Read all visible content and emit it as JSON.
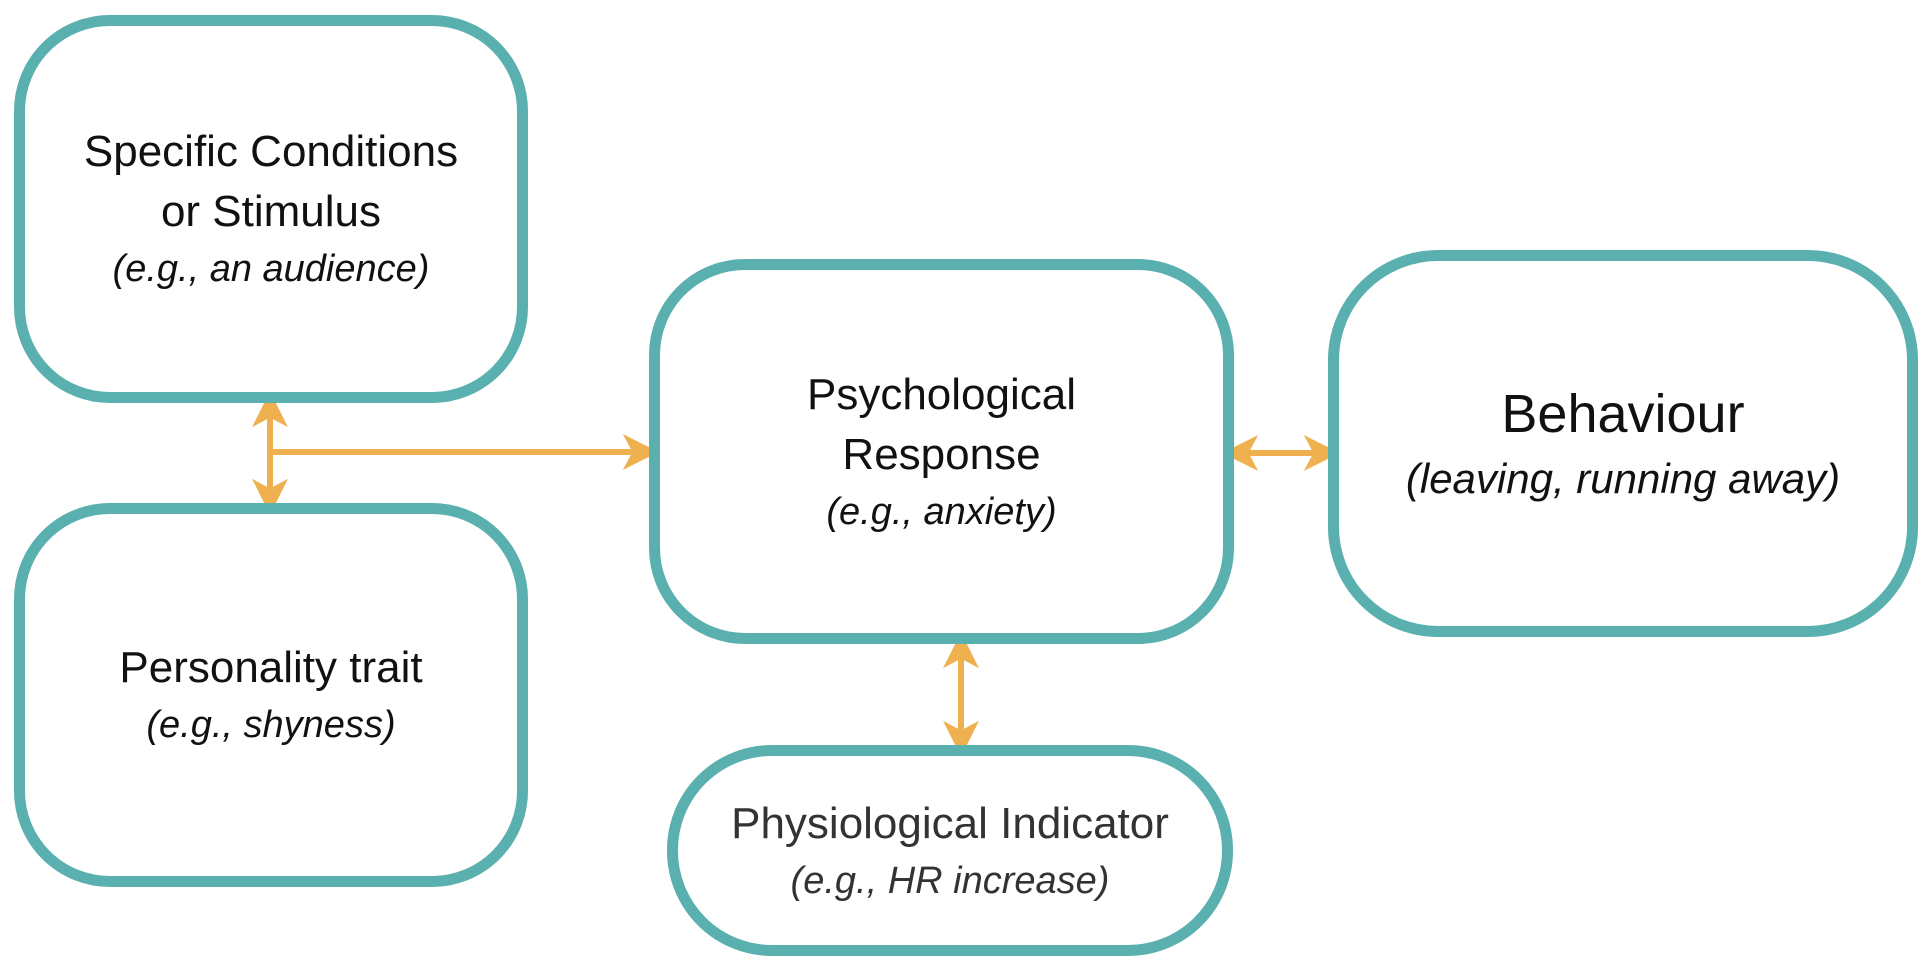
{
  "colors": {
    "node_border": "#5aafaf",
    "arrow": "#efb14f",
    "text": "#111111"
  },
  "nodes": {
    "stimulus": {
      "title": "Specific Conditions\nor Stimulus",
      "example": "(e.g., an audience)"
    },
    "trait": {
      "title": "Personality trait",
      "example": "(e.g., shyness)"
    },
    "psych": {
      "title": "Psychological\nResponse",
      "example": "(e.g., anxiety)"
    },
    "behaviour": {
      "title": "Behaviour",
      "example": "(leaving, running away)"
    },
    "physio": {
      "title": "Physiological Indicator",
      "example": "(e.g., HR increase)"
    }
  }
}
